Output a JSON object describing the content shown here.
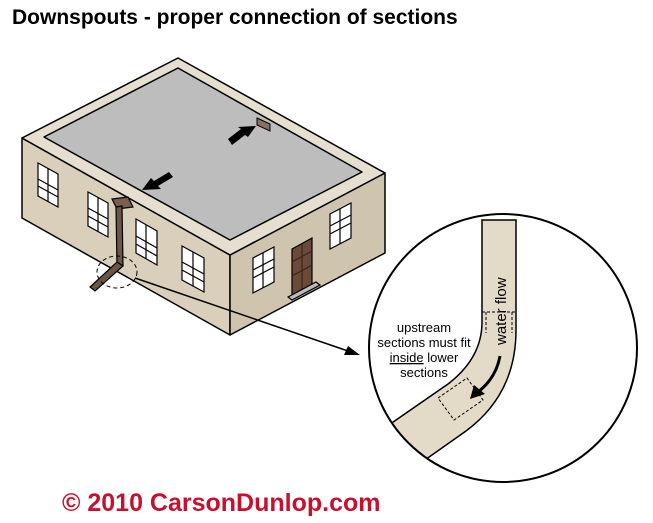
{
  "title": "Downspouts - proper connection of sections",
  "annotation": {
    "line1": "upstream",
    "line2": "sections must fit",
    "line3_underlined": "inside",
    "line3_rest": " lower",
    "line4": "sections"
  },
  "flow_label": "water flow",
  "copyright": "© 2010 CarsonDunlop.com",
  "colors": {
    "wall": "#d9cfbb",
    "roof": "#bdbdbd",
    "pipe": "#e3dac8",
    "copyright": "#c8102e"
  }
}
